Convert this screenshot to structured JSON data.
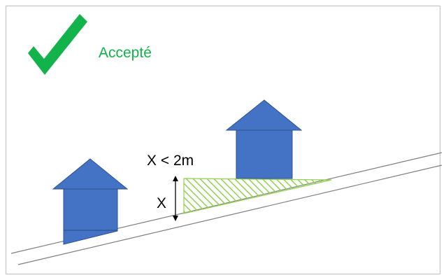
{
  "status": {
    "icon": "checkmark-icon",
    "label": "Accepté",
    "color": "#12b34a"
  },
  "dimension": {
    "constraint_label": "X < 2m",
    "variable_label": "X"
  },
  "colors": {
    "house": "#4472c4",
    "house_outline": "#2f528f",
    "hatch": "#92d050",
    "ground_line": "#808080"
  }
}
